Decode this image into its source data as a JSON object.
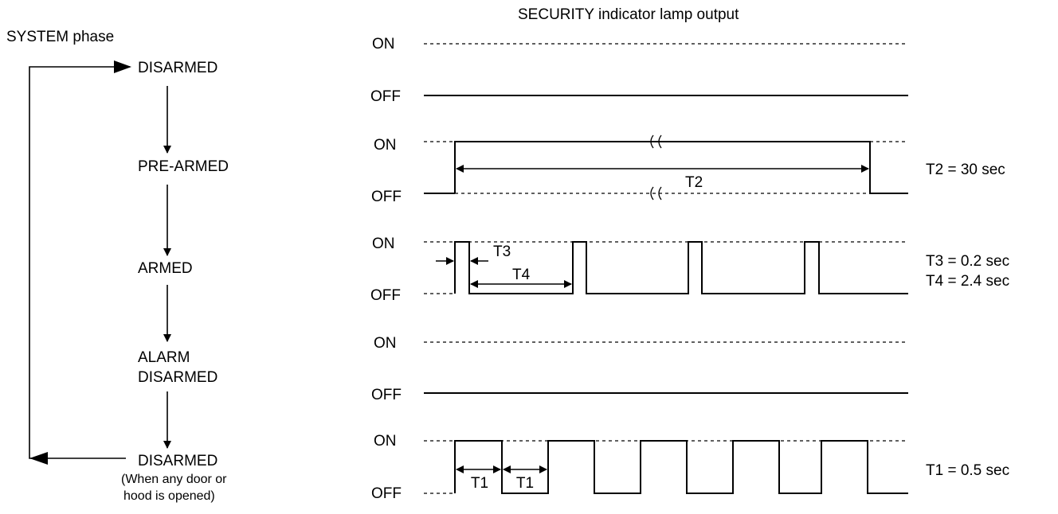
{
  "headers": {
    "left": "SYSTEM phase",
    "right": "SECURITY indicator lamp output"
  },
  "phases": [
    {
      "label": "DISARMED"
    },
    {
      "label": "PRE-ARMED"
    },
    {
      "label": "ARMED"
    },
    {
      "label": "ALARM",
      "label2": "DISARMED"
    },
    {
      "label": "DISARMED",
      "note1": "(When any door or",
      "note2": "hood is opened)"
    }
  ],
  "levels": {
    "on": "ON",
    "off": "OFF"
  },
  "timings": {
    "T1": {
      "label": "T1",
      "value": "T1  =  0.5 sec"
    },
    "T2": {
      "label": "T2",
      "value": "T2  =  30 sec"
    },
    "T3": {
      "label": "T3",
      "value": "T3 = 0.2 sec"
    },
    "T4": {
      "label": "T4",
      "value": "T4 = 2.4 sec"
    }
  },
  "colors": {
    "ink": "#000000",
    "background": "#ffffff"
  }
}
